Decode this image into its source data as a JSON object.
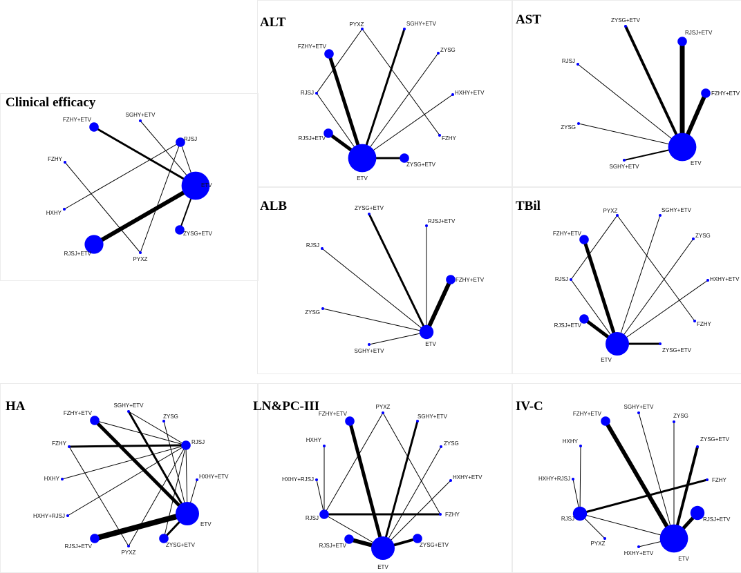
{
  "colors": {
    "node": "#0000ff",
    "edge": "#000000",
    "background": "#ffffff"
  },
  "panels": [
    {
      "id": "clinical-efficacy",
      "title": "Clinical efficacy",
      "nodes": [
        {
          "id": "ETV",
          "label": "ETV",
          "size": 6
        },
        {
          "id": "FZHY+ETV",
          "label": "FZHY+ETV",
          "size": 2
        },
        {
          "id": "SGHY+ETV",
          "label": "SGHY+ETV",
          "size": 1
        },
        {
          "id": "RJSJ",
          "label": "RJSJ",
          "size": 2
        },
        {
          "id": "FZHY",
          "label": "FZHY",
          "size": 1
        },
        {
          "id": "HXHY",
          "label": "HXHY",
          "size": 1
        },
        {
          "id": "ZYSG+ETV",
          "label": "ZYSG+ETV",
          "size": 2
        },
        {
          "id": "RJSJ+ETV",
          "label": "RJSJ+ETV",
          "size": 4
        },
        {
          "id": "PYXZ",
          "label": "PYXZ",
          "size": 1
        }
      ],
      "edges": [
        {
          "from": "FZHY+ETV",
          "to": "ETV",
          "weight": 3
        },
        {
          "from": "SGHY+ETV",
          "to": "ETV",
          "weight": 1
        },
        {
          "from": "RJSJ",
          "to": "ETV",
          "weight": 1
        },
        {
          "from": "RJSJ",
          "to": "HXHY",
          "weight": 1
        },
        {
          "from": "RJSJ",
          "to": "PYXZ",
          "weight": 1
        },
        {
          "from": "FZHY",
          "to": "PYXZ",
          "weight": 1
        },
        {
          "from": "ZYSG+ETV",
          "to": "ETV",
          "weight": 2
        },
        {
          "from": "RJSJ+ETV",
          "to": "ETV",
          "weight": 6
        }
      ]
    },
    {
      "id": "alt",
      "title": "ALT",
      "nodes": [
        {
          "id": "ETV",
          "label": "ETV",
          "size": 6
        },
        {
          "id": "PYXZ",
          "label": "PYXZ",
          "size": 1
        },
        {
          "id": "SGHY+ETV",
          "label": "SGHY+ETV",
          "size": 1
        },
        {
          "id": "FZHY+ETV",
          "label": "FZHY+ETV",
          "size": 2
        },
        {
          "id": "ZYSG",
          "label": "ZYSG",
          "size": 1
        },
        {
          "id": "RJSJ",
          "label": "RJSJ",
          "size": 1
        },
        {
          "id": "HXHY+ETV",
          "label": "HXHY+ETV",
          "size": 1
        },
        {
          "id": "FZHY",
          "label": "FZHY",
          "size": 1
        },
        {
          "id": "RJSJ+ETV",
          "label": "RJSJ+ETV",
          "size": 2
        },
        {
          "id": "ZYSG+ETV",
          "label": "ZYSG+ETV",
          "size": 2
        }
      ],
      "edges": [
        {
          "from": "PYXZ",
          "to": "RJSJ",
          "weight": 1
        },
        {
          "from": "PYXZ",
          "to": "FZHY",
          "weight": 1
        },
        {
          "from": "SGHY+ETV",
          "to": "ETV",
          "weight": 3
        },
        {
          "from": "FZHY+ETV",
          "to": "ETV",
          "weight": 5
        },
        {
          "from": "ZYSG",
          "to": "ETV",
          "weight": 1
        },
        {
          "from": "RJSJ",
          "to": "ETV",
          "weight": 1
        },
        {
          "from": "HXHY+ETV",
          "to": "ETV",
          "weight": 1
        },
        {
          "from": "RJSJ+ETV",
          "to": "ETV",
          "weight": 5
        },
        {
          "from": "ZYSG+ETV",
          "to": "ETV",
          "weight": 3
        }
      ]
    },
    {
      "id": "ast",
      "title": "AST",
      "nodes": [
        {
          "id": "ETV",
          "label": "ETV",
          "size": 6
        },
        {
          "id": "ZYSG+ETV",
          "label": "ZYSG+ETV",
          "size": 1
        },
        {
          "id": "RJSJ+ETV",
          "label": "RJSJ+ETV",
          "size": 2
        },
        {
          "id": "RJSJ",
          "label": "RJSJ",
          "size": 1
        },
        {
          "id": "FZHY+ETV",
          "label": "FZHY+ETV",
          "size": 2
        },
        {
          "id": "ZYSG",
          "label": "ZYSG",
          "size": 1
        },
        {
          "id": "SGHY+ETV",
          "label": "SGHY+ETV",
          "size": 1
        }
      ],
      "edges": [
        {
          "from": "ZYSG+ETV",
          "to": "ETV",
          "weight": 4
        },
        {
          "from": "RJSJ+ETV",
          "to": "ETV",
          "weight": 7
        },
        {
          "from": "RJSJ",
          "to": "ETV",
          "weight": 1
        },
        {
          "from": "FZHY+ETV",
          "to": "ETV",
          "weight": 6
        },
        {
          "from": "ZYSG",
          "to": "ETV",
          "weight": 1
        },
        {
          "from": "SGHY+ETV",
          "to": "ETV",
          "weight": 2
        }
      ]
    },
    {
      "id": "alb",
      "title": "ALB",
      "nodes": [
        {
          "id": "ETV",
          "label": "ETV",
          "size": 3
        },
        {
          "id": "ZYSG+ETV",
          "label": "ZYSG+ETV",
          "size": 1
        },
        {
          "id": "RJSJ+ETV",
          "label": "RJSJ+ETV",
          "size": 1
        },
        {
          "id": "RJSJ",
          "label": "RJSJ",
          "size": 1
        },
        {
          "id": "FZHY+ETV",
          "label": "FZHY+ETV",
          "size": 2
        },
        {
          "id": "ZYSG",
          "label": "ZYSG",
          "size": 1
        },
        {
          "id": "SGHY+ETV",
          "label": "SGHY+ETV",
          "size": 1
        }
      ],
      "edges": [
        {
          "from": "ZYSG+ETV",
          "to": "ETV",
          "weight": 3
        },
        {
          "from": "RJSJ+ETV",
          "to": "ETV",
          "weight": 1
        },
        {
          "from": "RJSJ",
          "to": "ETV",
          "weight": 1
        },
        {
          "from": "FZHY+ETV",
          "to": "ETV",
          "weight": 6
        },
        {
          "from": "ZYSG",
          "to": "ETV",
          "weight": 1
        },
        {
          "from": "SGHY+ETV",
          "to": "ETV",
          "weight": 1
        }
      ]
    },
    {
      "id": "tbil",
      "title": "TBil",
      "nodes": [
        {
          "id": "ETV",
          "label": "ETV",
          "size": 5
        },
        {
          "id": "PYXZ",
          "label": "PYXZ",
          "size": 1
        },
        {
          "id": "SGHY+ETV",
          "label": "SGHY+ETV",
          "size": 1
        },
        {
          "id": "FZHY+ETV",
          "label": "FZHY+ETV",
          "size": 2
        },
        {
          "id": "ZYSG",
          "label": "ZYSG",
          "size": 1
        },
        {
          "id": "RJSJ",
          "label": "RJSJ",
          "size": 1
        },
        {
          "id": "HXHY+ETV",
          "label": "HXHY+ETV",
          "size": 1
        },
        {
          "id": "FZHY",
          "label": "FZHY",
          "size": 1
        },
        {
          "id": "RJSJ+ETV",
          "label": "RJSJ+ETV",
          "size": 2
        },
        {
          "id": "ZYSG+ETV",
          "label": "ZYSG+ETV",
          "size": 1
        }
      ],
      "edges": [
        {
          "from": "PYXZ",
          "to": "RJSJ",
          "weight": 1
        },
        {
          "from": "PYXZ",
          "to": "FZHY",
          "weight": 1
        },
        {
          "from": "SGHY+ETV",
          "to": "ETV",
          "weight": 1
        },
        {
          "from": "FZHY+ETV",
          "to": "ETV",
          "weight": 5
        },
        {
          "from": "ZYSG",
          "to": "ETV",
          "weight": 1
        },
        {
          "from": "RJSJ",
          "to": "ETV",
          "weight": 1
        },
        {
          "from": "HXHY+ETV",
          "to": "ETV",
          "weight": 1
        },
        {
          "from": "RJSJ+ETV",
          "to": "ETV",
          "weight": 5
        },
        {
          "from": "ZYSG+ETV",
          "to": "ETV",
          "weight": 3
        }
      ]
    },
    {
      "id": "ha",
      "title": "HA",
      "nodes": [
        {
          "id": "ETV",
          "label": "ETV",
          "size": 5
        },
        {
          "id": "SGHY+ETV",
          "label": "SGHY+ETV",
          "size": 1
        },
        {
          "id": "FZHY+ETV",
          "label": "FZHY+ETV",
          "size": 2
        },
        {
          "id": "ZYSG",
          "label": "ZYSG",
          "size": 1
        },
        {
          "id": "FZHY",
          "label": "FZHY",
          "size": 1
        },
        {
          "id": "RJSJ",
          "label": "RJSJ",
          "size": 2
        },
        {
          "id": "HXHY",
          "label": "HXHY",
          "size": 1
        },
        {
          "id": "HXHY+ETV",
          "label": "HXHY+ETV",
          "size": 1
        },
        {
          "id": "HXHY+RJSJ",
          "label": "HXHY+RJSJ",
          "size": 1
        },
        {
          "id": "RJSJ+ETV",
          "label": "RJSJ+ETV",
          "size": 2
        },
        {
          "id": "PYXZ",
          "label": "PYXZ",
          "size": 1
        },
        {
          "id": "ZYSG+ETV",
          "label": "ZYSG+ETV",
          "size": 2
        }
      ],
      "edges": [
        {
          "from": "FZHY+ETV",
          "to": "ETV",
          "weight": 5
        },
        {
          "from": "SGHY+ETV",
          "to": "ETV",
          "weight": 3
        },
        {
          "from": "ZYSG",
          "to": "ETV",
          "weight": 1
        },
        {
          "from": "FZHY",
          "to": "RJSJ",
          "weight": 3
        },
        {
          "from": "FZHY",
          "to": "PYXZ",
          "weight": 1
        },
        {
          "from": "RJSJ",
          "to": "ETV",
          "weight": 1
        },
        {
          "from": "RJSJ",
          "to": "HXHY",
          "weight": 1
        },
        {
          "from": "RJSJ",
          "to": "HXHY+RJSJ",
          "weight": 1
        },
        {
          "from": "RJSJ",
          "to": "PYXZ",
          "weight": 1
        },
        {
          "from": "RJSJ",
          "to": "FZHY+ETV",
          "weight": 1
        },
        {
          "from": "RJSJ",
          "to": "SGHY+ETV",
          "weight": 1
        },
        {
          "from": "RJSJ",
          "to": "ZYSG+ETV",
          "weight": 1
        },
        {
          "from": "HXHY+ETV",
          "to": "ETV",
          "weight": 1
        },
        {
          "from": "RJSJ+ETV",
          "to": "ETV",
          "weight": 8
        },
        {
          "from": "ZYSG+ETV",
          "to": "ETV",
          "weight": 3
        }
      ]
    },
    {
      "id": "ln-pc-iii",
      "title": "LN&PC-III",
      "nodes": [
        {
          "id": "ETV",
          "label": "ETV",
          "size": 5
        },
        {
          "id": "PYXZ",
          "label": "PYXZ",
          "size": 1
        },
        {
          "id": "FZHY+ETV",
          "label": "FZHY+ETV",
          "size": 2
        },
        {
          "id": "SGHY+ETV",
          "label": "SGHY+ETV",
          "size": 1
        },
        {
          "id": "HXHY",
          "label": "HXHY",
          "size": 1
        },
        {
          "id": "ZYSG",
          "label": "ZYSG",
          "size": 1
        },
        {
          "id": "HXHY+RJSJ",
          "label": "HXHY+RJSJ",
          "size": 1
        },
        {
          "id": "HXHY+ETV",
          "label": "HXHY+ETV",
          "size": 1
        },
        {
          "id": "RJSJ",
          "label": "RJSJ",
          "size": 2
        },
        {
          "id": "FZHY",
          "label": "FZHY",
          "size": 1
        },
        {
          "id": "RJSJ+ETV",
          "label": "RJSJ+ETV",
          "size": 2
        },
        {
          "id": "ZYSG+ETV",
          "label": "ZYSG+ETV",
          "size": 2
        }
      ],
      "edges": [
        {
          "from": "FZHY+ETV",
          "to": "ETV",
          "weight": 5
        },
        {
          "from": "SGHY+ETV",
          "to": "ETV",
          "weight": 3
        },
        {
          "from": "ZYSG",
          "to": "ETV",
          "weight": 1
        },
        {
          "from": "HXHY+ETV",
          "to": "ETV",
          "weight": 1
        },
        {
          "from": "PYXZ",
          "to": "RJSJ",
          "weight": 1
        },
        {
          "from": "PYXZ",
          "to": "FZHY",
          "weight": 1
        },
        {
          "from": "HXHY",
          "to": "RJSJ",
          "weight": 1
        },
        {
          "from": "HXHY+RJSJ",
          "to": "RJSJ",
          "weight": 1
        },
        {
          "from": "RJSJ",
          "to": "FZHY",
          "weight": 3
        },
        {
          "from": "RJSJ",
          "to": "ETV",
          "weight": 1
        },
        {
          "from": "RJSJ+ETV",
          "to": "ETV",
          "weight": 6
        },
        {
          "from": "ZYSG+ETV",
          "to": "ETV",
          "weight": 4
        }
      ]
    },
    {
      "id": "iv-c",
      "title": "IV-C",
      "nodes": [
        {
          "id": "ETV",
          "label": "ETV",
          "size": 6
        },
        {
          "id": "FZHY+ETV",
          "label": "FZHY+ETV",
          "size": 2
        },
        {
          "id": "SGHY+ETV",
          "label": "SGHY+ETV",
          "size": 1
        },
        {
          "id": "ZYSG",
          "label": "ZYSG",
          "size": 1
        },
        {
          "id": "HXHY",
          "label": "HXHY",
          "size": 1
        },
        {
          "id": "ZYSG+ETV",
          "label": "ZYSG+ETV",
          "size": 1
        },
        {
          "id": "HXHY+RJSJ",
          "label": "HXHY+RJSJ",
          "size": 1
        },
        {
          "id": "FZHY",
          "label": "FZHY",
          "size": 1
        },
        {
          "id": "RJSJ",
          "label": "RJSJ",
          "size": 3
        },
        {
          "id": "RJSJ+ETV",
          "label": "RJSJ+ETV",
          "size": 3
        },
        {
          "id": "PYXZ",
          "label": "PYXZ",
          "size": 1
        },
        {
          "id": "HXHY+ETV",
          "label": "HXHY+ETV",
          "size": 1
        }
      ],
      "edges": [
        {
          "from": "FZHY+ETV",
          "to": "ETV",
          "weight": 6
        },
        {
          "from": "SGHY+ETV",
          "to": "ETV",
          "weight": 1
        },
        {
          "from": "ZYSG",
          "to": "ETV",
          "weight": 1
        },
        {
          "from": "ZYSG+ETV",
          "to": "ETV",
          "weight": 4
        },
        {
          "from": "HXHY",
          "to": "RJSJ",
          "weight": 1
        },
        {
          "from": "HXHY+RJSJ",
          "to": "RJSJ",
          "weight": 1
        },
        {
          "from": "FZHY",
          "to": "RJSJ",
          "weight": 3
        },
        {
          "from": "RJSJ",
          "to": "PYXZ",
          "weight": 1
        },
        {
          "from": "RJSJ",
          "to": "ETV",
          "weight": 1
        },
        {
          "from": "RJSJ+ETV",
          "to": "ETV",
          "weight": 5
        },
        {
          "from": "HXHY+ETV",
          "to": "ETV",
          "weight": 1
        }
      ]
    }
  ]
}
